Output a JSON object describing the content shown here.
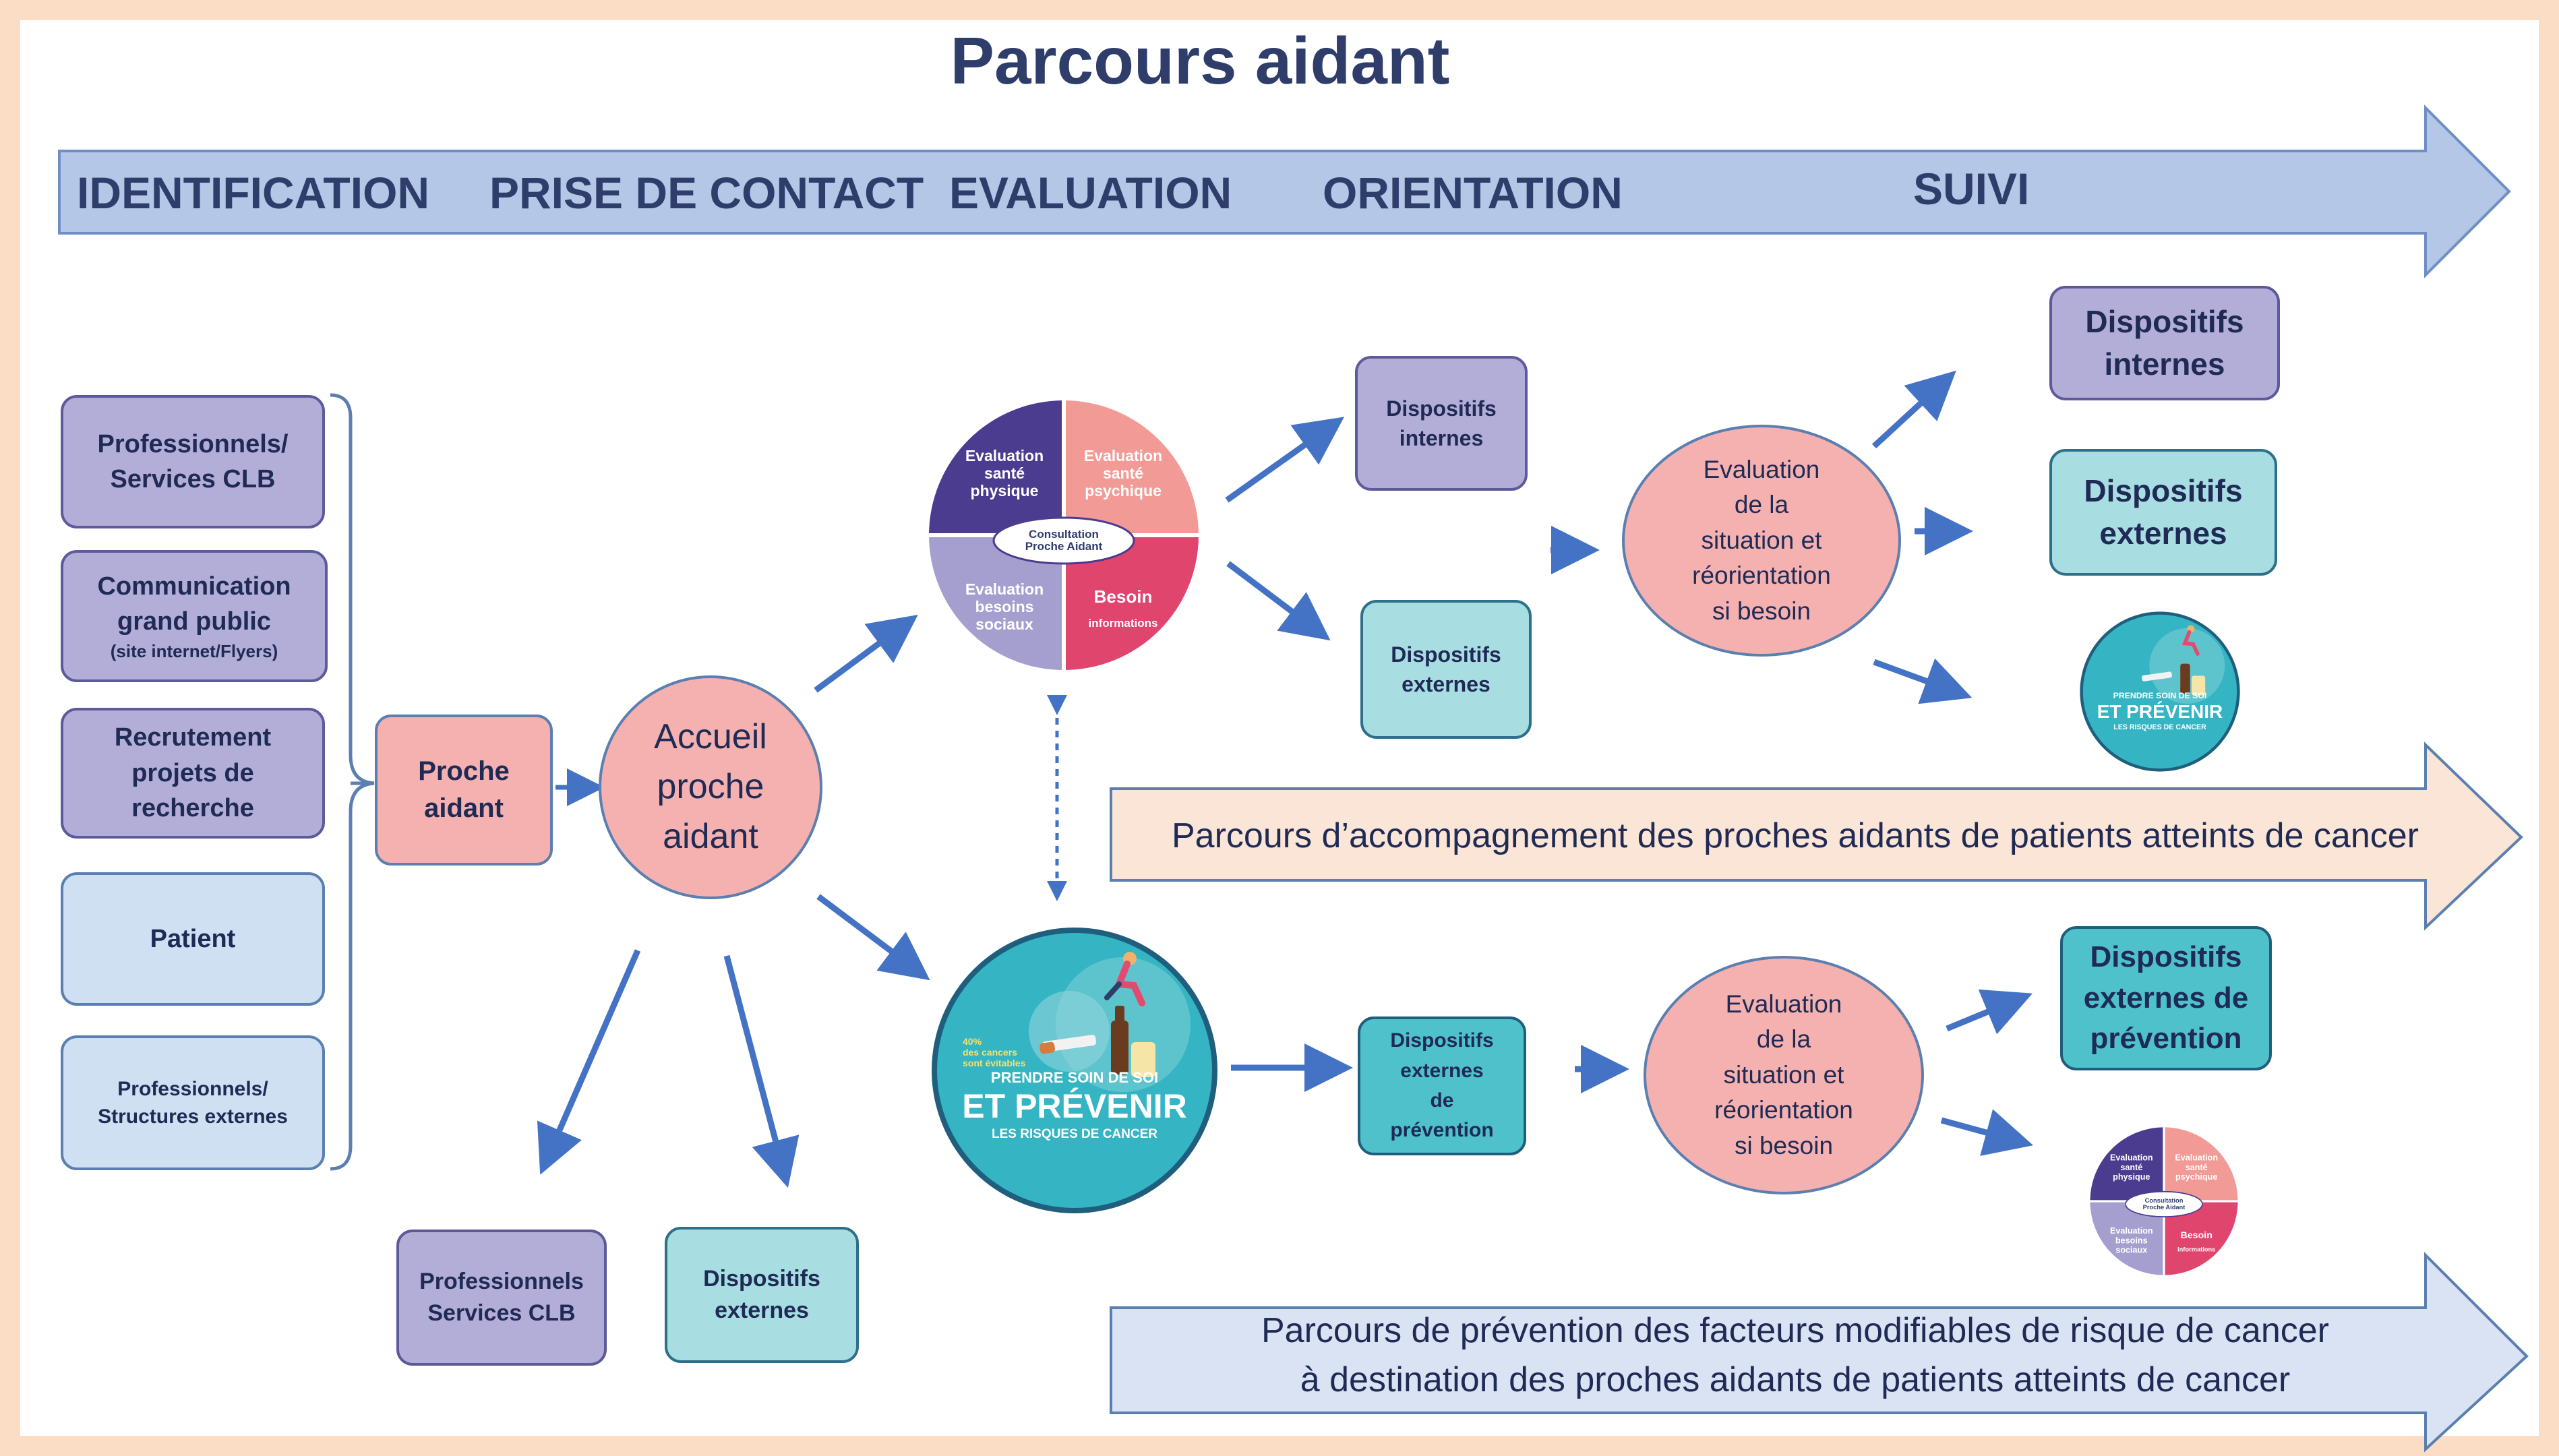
{
  "title": "Parcours aidant",
  "phases": [
    "IDENTIFICATION",
    "PRISE DE CONTACT",
    "EVALUATION",
    "ORIENTATION",
    "SUIVI"
  ],
  "sources": {
    "professionnels_clb": "Professionnels/\nServices CLB",
    "communication": "Communication\ngrand public",
    "communication_sub": "(site internet/Flyers)",
    "recrutement": "Recrutement\nprojets de\nrecherche",
    "patient": "Patient",
    "professionnels_externes": "Professionnels/\nStructures externes"
  },
  "proche_aidant": "Proche\naidant",
  "accueil": "Accueil\nproche\naidant",
  "bottom_boxes": {
    "professionnels": "Professionnels\nServices CLB",
    "dispositifs_externes": "Dispositifs\nexternes"
  },
  "consultation_wheel": {
    "q1": "Evaluation\nsanté\nphysique",
    "q2": "Evaluation\nsanté\npsychique",
    "q3": "Evaluation\nbesoins\nsociaux",
    "q4": "Besoin",
    "q4_sub": "informations",
    "center": "Consultation\nProche Aidant"
  },
  "prevention_logo": {
    "stat": "40%\ndes cancers\nsont évitables",
    "line1": "PRENDRE SOIN DE SOI",
    "line2": "ET PRÉVENIR",
    "line3": "LES RISQUES DE CANCER"
  },
  "orientation": {
    "dispositifs_internes": "Dispositifs\ninternes",
    "dispositifs_externes": "Dispositifs\nexternes",
    "dispositifs_prevention": "Dispositifs\nexternes\nde\nprévention"
  },
  "evaluation_reorientation": "Evaluation\nde la\nsituation  et\nréorientation\nsi besoin",
  "suivi": {
    "dispositifs_internes": "Dispositifs\ninternes",
    "dispositifs_externes": "Dispositifs\nexternes",
    "dispositifs_prevention": "Dispositifs\nexternes de\nprévention"
  },
  "banners": {
    "accompagnement": "Parcours d’accompagnement des proches aidants de patients atteints de cancer",
    "prevention": "Parcours de prévention des facteurs modifiables de risque de cancer\nà destination des proches aidants de patients atteints de cancer"
  },
  "colors": {
    "background": "#fbdcc4",
    "title": "#2f3d6b",
    "phase_arrow": "#b4c7e7",
    "arrow": "#4472c4",
    "purple_box": "#b3aed8",
    "pink": "#f4b1b0",
    "cyan_box": "#a8dde2",
    "teal_box": "#4fc1cb",
    "banner_accompagnement": "#fbe5d6",
    "banner_prevention": "#dae3f3",
    "wheel_purple": "#4b3c8f",
    "wheel_salmon": "#f29a96",
    "wheel_lavender": "#a59fd0",
    "wheel_pink": "#e0456e"
  }
}
